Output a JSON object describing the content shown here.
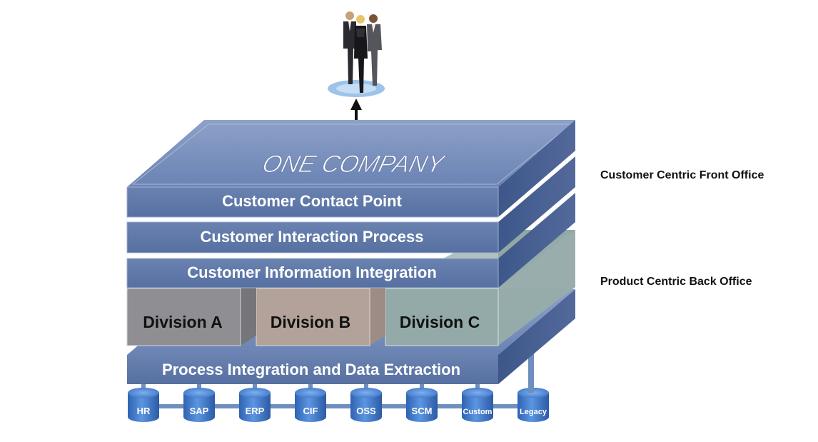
{
  "title": "ONE COMPANY",
  "layers": [
    {
      "label": "Customer Contact Point"
    },
    {
      "label": "Customer Interaction Process"
    },
    {
      "label": "Customer Information Integration"
    },
    {
      "label": "Process Integration and Data Extraction"
    }
  ],
  "divisions": [
    {
      "label": "Division A",
      "color": "#8e8e92"
    },
    {
      "label": "Division B",
      "color": "#b3a29a"
    },
    {
      "label": "Division C",
      "color": "#92a7a6"
    }
  ],
  "databases": [
    "HR",
    "SAP",
    "ERP",
    "CIF",
    "OSS",
    "SCM",
    "Custom",
    "Legacy"
  ],
  "side_labels": {
    "front_office": "Customer Centric Front Office",
    "back_office": "Product Centric Back Office"
  },
  "colors": {
    "layer_front": "#5b74a3",
    "layer_top": "#7a91bf",
    "layer_side": "#3f5a8c",
    "db_blue": "#3f79c9"
  }
}
